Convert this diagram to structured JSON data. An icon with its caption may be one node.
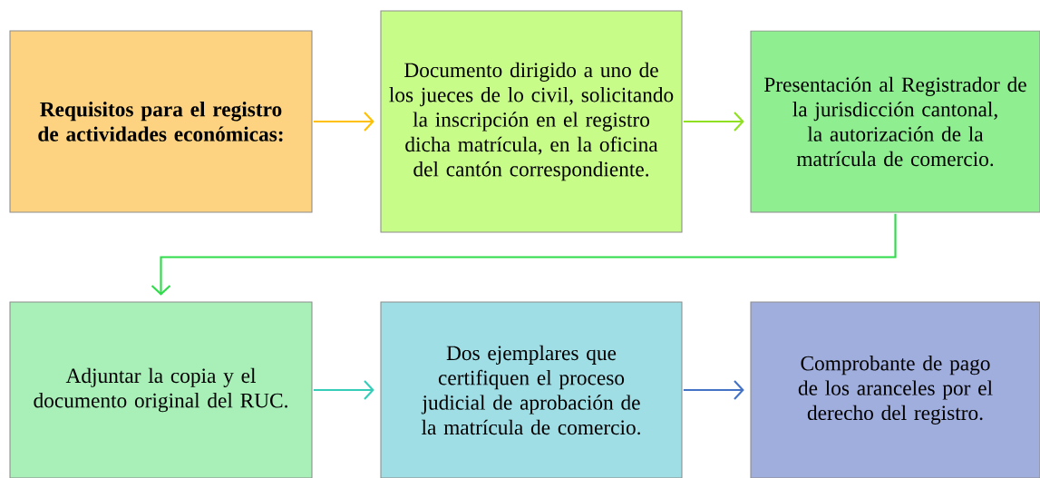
{
  "diagram": {
    "nodes": [
      {
        "text": [
          "Requisitos para el registro de actividades económicas:"
        ]
      },
      {
        "text": [
          "Documento dirigido a uno de los jueces de lo civil, solicitando la inscripción en el registro dicha matrícula, en la oficina del cantón correspondiente."
        ]
      },
      {
        "text": [
          "Presentación al Registrador de la jurisdicción cantonal,  la autorización de la matrícula de comercio."
        ]
      },
      {
        "text": [
          "Adjuntar la copia y el documento original del RUC."
        ]
      },
      {
        "text": [
          "Dos ejemplares que certifiquen el proceso judicial de aprobación de la matrícula de comercio."
        ]
      },
      {
        "text": [
          "Comprobante de pago de los aranceles por el derecho del registro."
        ]
      }
    ],
    "edges": [
      {
        "from": 0,
        "to": 1,
        "arrow": "to",
        "color": "#ffc000"
      },
      {
        "from": 1,
        "to": 2,
        "arrow": "to",
        "color": "#8ee020"
      },
      {
        "from": 2,
        "to": 3,
        "arrow": "to",
        "color": "#2edc4a"
      },
      {
        "from": 3,
        "to": 4,
        "arrow": "to",
        "color": "#35cdb8"
      },
      {
        "from": 4,
        "to": 5,
        "arrow": "to",
        "color": "#4472c4"
      }
    ]
  }
}
